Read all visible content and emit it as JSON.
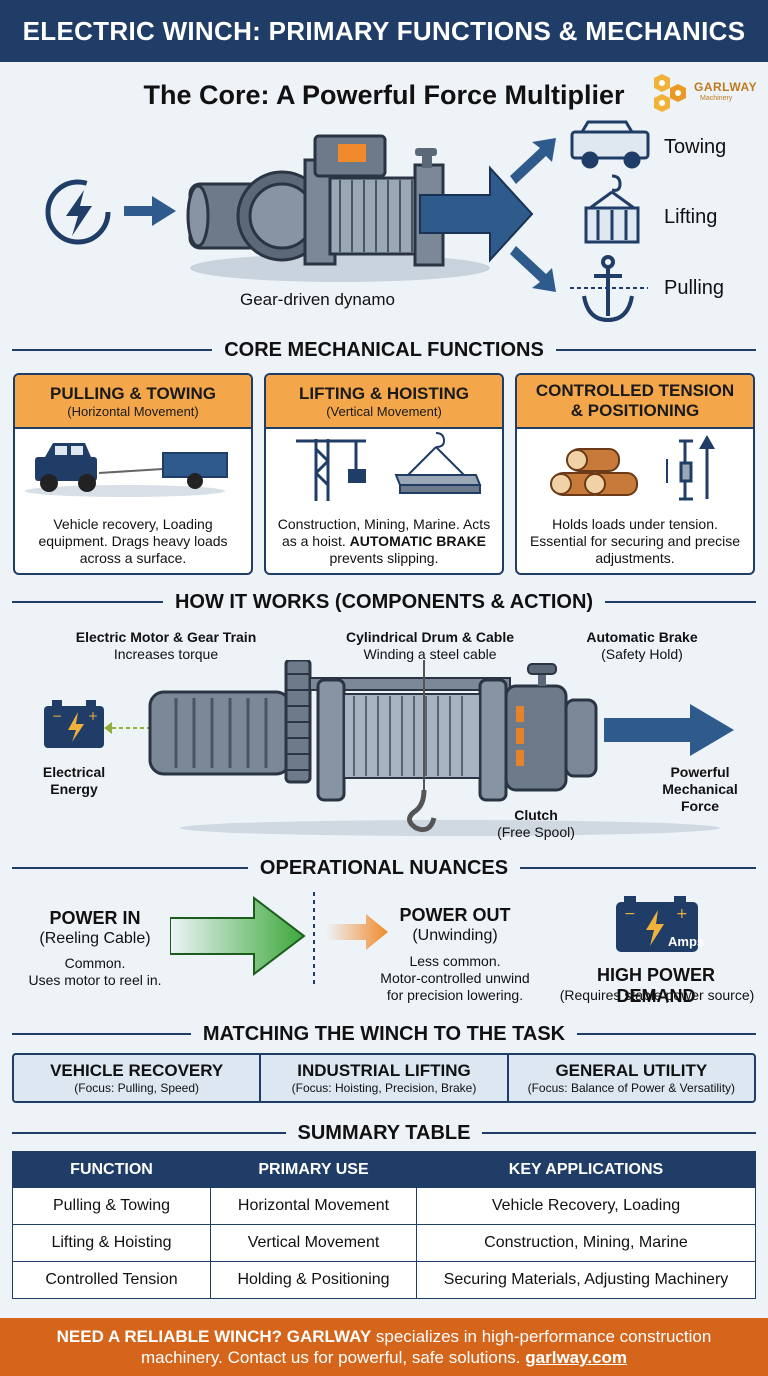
{
  "header": {
    "title": "ELECTRIC WINCH: PRIMARY FUNCTIONS & MECHANICS"
  },
  "logo": {
    "text": "GARLWAY",
    "sub": "Machinery"
  },
  "hero": {
    "title": "The Core: A Powerful Force Multiplier",
    "drum_label": "Gear-driven dynamo",
    "uses": [
      "Towing",
      "Lifting",
      "Pulling"
    ]
  },
  "sections": {
    "functions": "CORE MECHANICAL FUNCTIONS",
    "how": "HOW IT WORKS (COMPONENTS & ACTION)",
    "nuances": "OPERATIONAL NUANCES",
    "matching": "MATCHING THE WINCH TO THE TASK",
    "summary": "SUMMARY TABLE"
  },
  "cards": [
    {
      "title": "PULLING & TOWING",
      "subtitle": "(Horizontal Movement)",
      "desc": "Vehicle recovery, Loading equipment. Drags heavy loads across a surface."
    },
    {
      "title": "LIFTING & HOISTING",
      "subtitle": "(Vertical Movement)",
      "desc_a": "Construction, Mining, Marine. Acts as a hoist. ",
      "desc_b": "AUTOMATIC BRAKE",
      "desc_c": " prevents slipping."
    },
    {
      "title_1": "CONTROLLED TENSION",
      "title_2": "& POSITIONING",
      "desc": "Holds loads under tension. Essential for securing and precise adjustments."
    }
  ],
  "components": {
    "motor_title": "Electric Motor & Gear Train",
    "motor_sub": "Increases torque",
    "drum_title": "Cylindrical Drum & Cable",
    "drum_sub": "Winding a steel cable",
    "brake_title": "Automatic Brake",
    "brake_sub": "(Safety Hold)",
    "energy_1": "Electrical",
    "energy_2": "Energy",
    "force_1": "Powerful",
    "force_2": "Mechanical",
    "force_3": "Force",
    "clutch_title": "Clutch",
    "clutch_sub": "(Free Spool)"
  },
  "nuances": {
    "in_title": "POWER IN",
    "in_sub": "(Reeling Cable)",
    "in_desc_1": "Common.",
    "in_desc_2": "Uses motor to reel in.",
    "out_title": "POWER OUT",
    "out_sub": "(Unwinding)",
    "out_desc_1": "Less common.",
    "out_desc_2": "Motor-controlled unwind",
    "out_desc_3": "for precision lowering.",
    "battery_label": "Amps",
    "demand_title": "HIGH POWER DEMAND",
    "demand_sub": "(Requires stable power source)"
  },
  "matching": [
    {
      "title": "VEHICLE RECOVERY",
      "sub": "(Focus: Pulling, Speed)"
    },
    {
      "title": "INDUSTRIAL LIFTING",
      "sub": "(Focus: Hoisting, Precision, Brake)"
    },
    {
      "title": "GENERAL UTILITY",
      "sub": "(Focus: Balance of Power & Versatility)"
    }
  ],
  "summary": {
    "headers": [
      "FUNCTION",
      "PRIMARY USE",
      "KEY APPLICATIONS"
    ],
    "rows": [
      [
        "Pulling & Towing",
        "Horizontal Movement",
        "Vehicle Recovery, Loading"
      ],
      [
        "Lifting & Hoisting",
        "Vertical Movement",
        "Construction, Mining, Marine"
      ],
      [
        "Controlled Tension",
        "Holding & Positioning",
        "Securing Materials, Adjusting Machinery"
      ]
    ]
  },
  "footer": {
    "lead": "NEED A RELIABLE WINCH? GARLWAY",
    "text_1": " specializes in high-performance construction",
    "text_2": "machinery. Contact us for powerful, safe solutions. ",
    "link": "garlway.com"
  },
  "colors": {
    "navy": "#1f3d66",
    "orange": "#f3a64a",
    "footer": "#d6651c",
    "green": "#3da83a"
  }
}
